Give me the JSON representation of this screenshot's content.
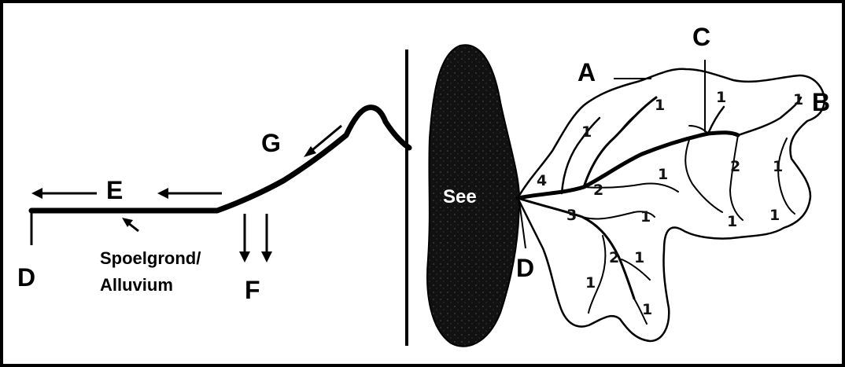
{
  "profile": {
    "labels": {
      "G": "G",
      "E": "E",
      "D": "D",
      "F": "F",
      "floodplain_line1": "Spoelgrond/",
      "floodplain_line2": "Alluvium"
    }
  },
  "basin": {
    "labels": {
      "A": "A",
      "B": "B",
      "C": "C",
      "D": "D",
      "see": "See"
    },
    "stream_orders": [
      {
        "id": "o-a1",
        "text": "1"
      },
      {
        "id": "o-c1",
        "text": "1"
      },
      {
        "id": "o-b1",
        "text": "1"
      },
      {
        "id": "o-l1",
        "text": "1"
      },
      {
        "id": "o-m4",
        "text": "4"
      },
      {
        "id": "o-m2",
        "text": "2"
      },
      {
        "id": "o-mid1",
        "text": "1"
      },
      {
        "id": "o-r2",
        "text": "2"
      },
      {
        "id": "o-r1",
        "text": "1"
      },
      {
        "id": "o-s3",
        "text": "3"
      },
      {
        "id": "o-s1",
        "text": "1"
      },
      {
        "id": "o-rl1",
        "text": "1"
      },
      {
        "id": "o-rr1",
        "text": "1"
      },
      {
        "id": "o-b2",
        "text": "2"
      },
      {
        "id": "o-b21",
        "text": "1"
      },
      {
        "id": "o-bl1",
        "text": "1"
      },
      {
        "id": "o-bb1",
        "text": "1"
      }
    ]
  },
  "colors": {
    "ink": "#000000",
    "background": "#ffffff"
  }
}
